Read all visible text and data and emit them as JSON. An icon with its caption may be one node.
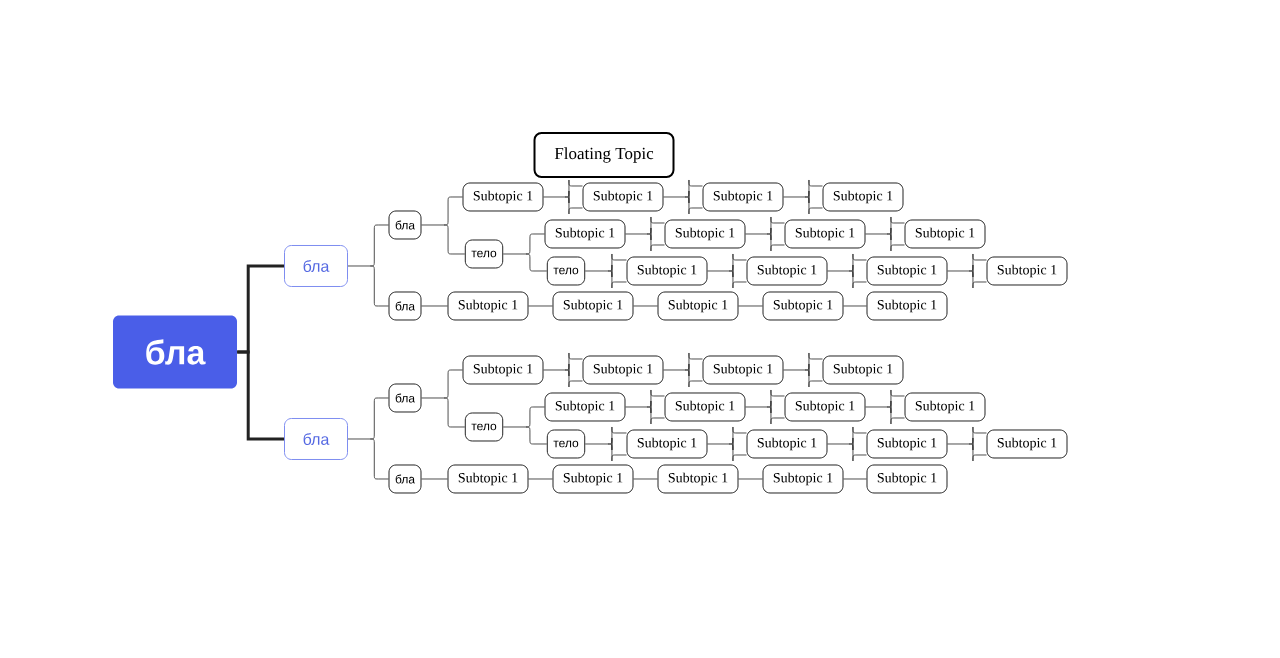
{
  "diagram": {
    "nodes": [
      {
        "text": [
          "бла"
        ]
      },
      {
        "text": [
          "Floating Topic"
        ]
      },
      {
        "text": [
          "бла"
        ]
      },
      {
        "text": [
          "бла"
        ]
      },
      {
        "text": [
          "Subtopic 1"
        ]
      },
      {
        "text": [
          "Subtopic 1"
        ]
      },
      {
        "text": [
          "Subtopic 1"
        ]
      },
      {
        "text": [
          "Subtopic 1"
        ]
      },
      {
        "text": [
          "тело"
        ]
      },
      {
        "text": [
          "Subtopic 1"
        ]
      },
      {
        "text": [
          "Subtopic 1"
        ]
      },
      {
        "text": [
          "Subtopic 1"
        ]
      },
      {
        "text": [
          "Subtopic 1"
        ]
      },
      {
        "text": [
          "тело"
        ]
      },
      {
        "text": [
          "Subtopic 1"
        ]
      },
      {
        "text": [
          "Subtopic 1"
        ]
      },
      {
        "text": [
          "Subtopic 1"
        ]
      },
      {
        "text": [
          "Subtopic 1"
        ]
      },
      {
        "text": [
          "бла"
        ]
      },
      {
        "text": [
          "Subtopic 1"
        ]
      },
      {
        "text": [
          "Subtopic 1"
        ]
      },
      {
        "text": [
          "Subtopic 1"
        ]
      },
      {
        "text": [
          "Subtopic 1"
        ]
      },
      {
        "text": [
          "Subtopic 1"
        ]
      },
      {
        "text": [
          "бла"
        ]
      },
      {
        "text": [
          "бла"
        ]
      },
      {
        "text": [
          "Subtopic 1"
        ]
      },
      {
        "text": [
          "Subtopic 1"
        ]
      },
      {
        "text": [
          "Subtopic 1"
        ]
      },
      {
        "text": [
          "Subtopic 1"
        ]
      },
      {
        "text": [
          "тело"
        ]
      },
      {
        "text": [
          "Subtopic 1"
        ]
      },
      {
        "text": [
          "Subtopic 1"
        ]
      },
      {
        "text": [
          "Subtopic 1"
        ]
      },
      {
        "text": [
          "Subtopic 1"
        ]
      },
      {
        "text": [
          "тело"
        ]
      },
      {
        "text": [
          "Subtopic 1"
        ]
      },
      {
        "text": [
          "Subtopic 1"
        ]
      },
      {
        "text": [
          "Subtopic 1"
        ]
      },
      {
        "text": [
          "Subtopic 1"
        ]
      },
      {
        "text": [
          "бла"
        ]
      },
      {
        "text": [
          "Subtopic 1"
        ]
      },
      {
        "text": [
          "Subtopic 1"
        ]
      },
      {
        "text": [
          "Subtopic 1"
        ]
      },
      {
        "text": [
          "Subtopic 1"
        ]
      },
      {
        "text": [
          "Subtopic 1"
        ]
      }
    ],
    "edges": [
      {
        "from": 0,
        "to": 2,
        "arrow": "none",
        "style": "thick"
      },
      {
        "from": 2,
        "to": 3,
        "arrow": "none"
      },
      {
        "from": 2,
        "to": 18,
        "arrow": "none"
      },
      {
        "from": 3,
        "to": 4,
        "arrow": "none"
      },
      {
        "from": 3,
        "to": 8,
        "arrow": "none"
      },
      {
        "from": 4,
        "to": 5,
        "arrow": "none"
      },
      {
        "from": 5,
        "to": 6,
        "arrow": "none"
      },
      {
        "from": 6,
        "to": 7,
        "arrow": "none"
      },
      {
        "from": 8,
        "to": 9,
        "arrow": "none"
      },
      {
        "from": 8,
        "to": 13,
        "arrow": "none"
      },
      {
        "from": 9,
        "to": 10,
        "arrow": "none"
      },
      {
        "from": 10,
        "to": 11,
        "arrow": "none"
      },
      {
        "from": 11,
        "to": 12,
        "arrow": "none"
      },
      {
        "from": 13,
        "to": 14,
        "arrow": "none"
      },
      {
        "from": 14,
        "to": 15,
        "arrow": "none"
      },
      {
        "from": 15,
        "to": 16,
        "arrow": "none"
      },
      {
        "from": 16,
        "to": 17,
        "arrow": "none"
      },
      {
        "from": 18,
        "to": 19,
        "arrow": "none"
      },
      {
        "from": 19,
        "to": 20,
        "arrow": "none"
      },
      {
        "from": 20,
        "to": 21,
        "arrow": "none"
      },
      {
        "from": 21,
        "to": 22,
        "arrow": "none"
      },
      {
        "from": 22,
        "to": 23,
        "arrow": "none"
      },
      {
        "from": 0,
        "to": 24,
        "arrow": "none",
        "style": "thick"
      },
      {
        "from": 24,
        "to": 25,
        "arrow": "none"
      },
      {
        "from": 24,
        "to": 40,
        "arrow": "none"
      },
      {
        "from": 25,
        "to": 26,
        "arrow": "none"
      },
      {
        "from": 25,
        "to": 30,
        "arrow": "none"
      },
      {
        "from": 26,
        "to": 27,
        "arrow": "none"
      },
      {
        "from": 27,
        "to": 28,
        "arrow": "none"
      },
      {
        "from": 28,
        "to": 29,
        "arrow": "none"
      },
      {
        "from": 30,
        "to": 31,
        "arrow": "none"
      },
      {
        "from": 30,
        "to": 35,
        "arrow": "none"
      },
      {
        "from": 31,
        "to": 32,
        "arrow": "none"
      },
      {
        "from": 32,
        "to": 33,
        "arrow": "none"
      },
      {
        "from": 33,
        "to": 34,
        "arrow": "none"
      },
      {
        "from": 35,
        "to": 36,
        "arrow": "none"
      },
      {
        "from": 36,
        "to": 37,
        "arrow": "none"
      },
      {
        "from": 37,
        "to": 38,
        "arrow": "none"
      },
      {
        "from": 38,
        "to": 39,
        "arrow": "none"
      },
      {
        "from": 40,
        "to": 41,
        "arrow": "none"
      },
      {
        "from": 41,
        "to": 42,
        "arrow": "none"
      },
      {
        "from": 42,
        "to": 43,
        "arrow": "none"
      },
      {
        "from": 43,
        "to": 44,
        "arrow": "none"
      },
      {
        "from": 44,
        "to": 45,
        "arrow": "none"
      }
    ]
  }
}
